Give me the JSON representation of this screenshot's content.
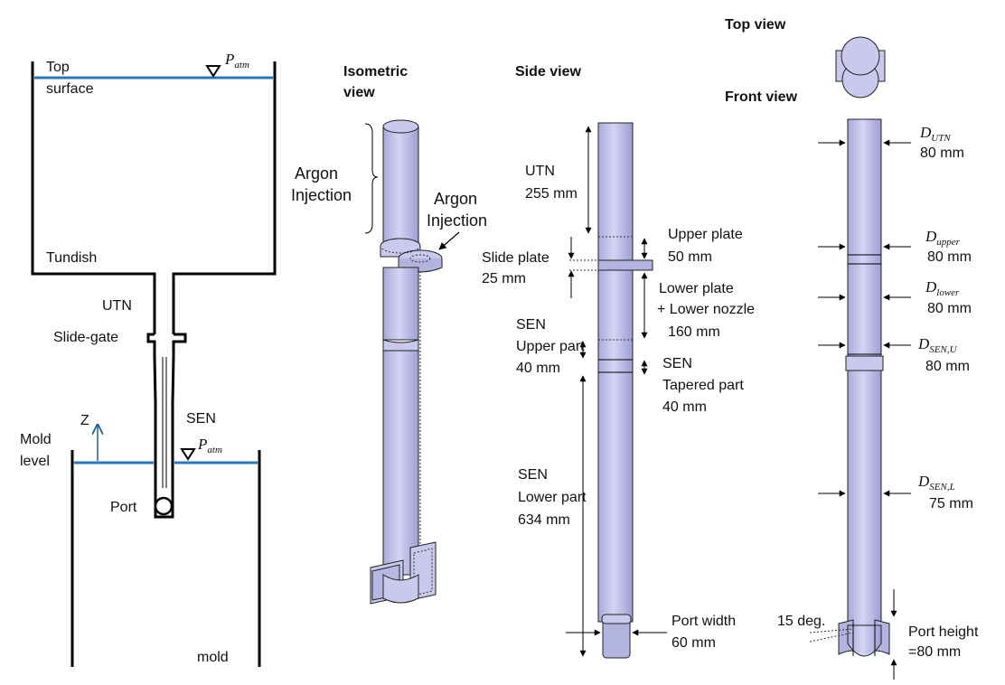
{
  "schematic": {
    "top_surface": [
      "Top",
      "surface"
    ],
    "p_atm_top": {
      "base": "P",
      "sub": "atm"
    },
    "tundish": "Tundish",
    "utn": "UTN",
    "slide_gate": "Slide-gate",
    "sen": "SEN",
    "z_axis": "Z",
    "mold_level": [
      "Mold",
      "level"
    ],
    "p_atm_mold": {
      "base": "P",
      "sub": "atm"
    },
    "port": "Port",
    "mold": "mold"
  },
  "isometric": {
    "title": [
      "Isometric",
      "view"
    ],
    "argon_left": [
      "Argon",
      "Injection"
    ],
    "argon_right": [
      "Argon",
      "Injection"
    ]
  },
  "side": {
    "title": "Side view",
    "utn": [
      "UTN",
      "255 mm"
    ],
    "upper_plate": [
      "Upper plate",
      "50 mm"
    ],
    "slide_plate": [
      "Slide plate",
      "25 mm"
    ],
    "lower_plate": [
      "Lower plate",
      "+ Lower nozzle",
      "160 mm"
    ],
    "sen_upper": [
      "SEN",
      "Upper part",
      "40 mm"
    ],
    "sen_tapered": [
      "SEN",
      "Tapered part",
      "40 mm"
    ],
    "sen_lower": [
      "SEN",
      "Lower part",
      "634 mm"
    ],
    "port_width": [
      "Port width",
      "60 mm"
    ]
  },
  "front": {
    "top_title": "Top view",
    "front_title": "Front view",
    "d_utn": {
      "base": "D",
      "sub": "UTN",
      "value": "80 mm"
    },
    "d_upper": {
      "base": "D",
      "sub": "upper",
      "value": "80 mm"
    },
    "d_lower": {
      "base": "D",
      "sub": "lower",
      "value": "80 mm"
    },
    "d_sen_u": {
      "base": "D",
      "sub": "SEN,U",
      "value": "80 mm"
    },
    "d_sen_l": {
      "base": "D",
      "sub": "SEN,L",
      "value": "75 mm"
    },
    "angle": "15 deg.",
    "port_height": [
      "Port height",
      "=80 mm"
    ]
  },
  "colors": {
    "pipe": "#c9c9ee",
    "water": "#2a78b8"
  }
}
